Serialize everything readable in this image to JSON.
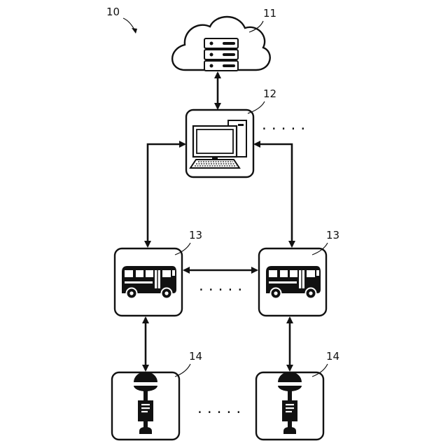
{
  "figure": {
    "ref_system": "10",
    "ref_cloud": "11",
    "ref_computer": "12",
    "ref_vehicle_left": "13",
    "ref_vehicle_right": "13",
    "ref_sensor_left": "14",
    "ref_sensor_right": "14",
    "ellipsis_computer": ".....",
    "ellipsis_vehicles": ".....",
    "ellipsis_sensors": "....."
  },
  "nodes": [
    {
      "id": "cloud",
      "ref": "11",
      "icon": "cloud-server-icon"
    },
    {
      "id": "computer",
      "ref": "12",
      "icon": "desktop-computer-icon"
    },
    {
      "id": "vehicle-left",
      "ref": "13",
      "icon": "bus-icon"
    },
    {
      "id": "vehicle-right",
      "ref": "13",
      "icon": "bus-icon"
    },
    {
      "id": "sensor-left",
      "ref": "14",
      "icon": "street-pole-device-icon"
    },
    {
      "id": "sensor-right",
      "ref": "14",
      "icon": "street-pole-device-icon"
    }
  ],
  "edges": [
    {
      "from": "cloud",
      "to": "computer",
      "bidirectional": true
    },
    {
      "from": "computer",
      "to": "vehicle-left",
      "bidirectional": true
    },
    {
      "from": "computer",
      "to": "vehicle-right",
      "bidirectional": true
    },
    {
      "from": "vehicle-left",
      "to": "vehicle-right",
      "bidirectional": true
    },
    {
      "from": "vehicle-left",
      "to": "sensor-left",
      "bidirectional": true
    },
    {
      "from": "vehicle-right",
      "to": "sensor-right",
      "bidirectional": true
    }
  ]
}
